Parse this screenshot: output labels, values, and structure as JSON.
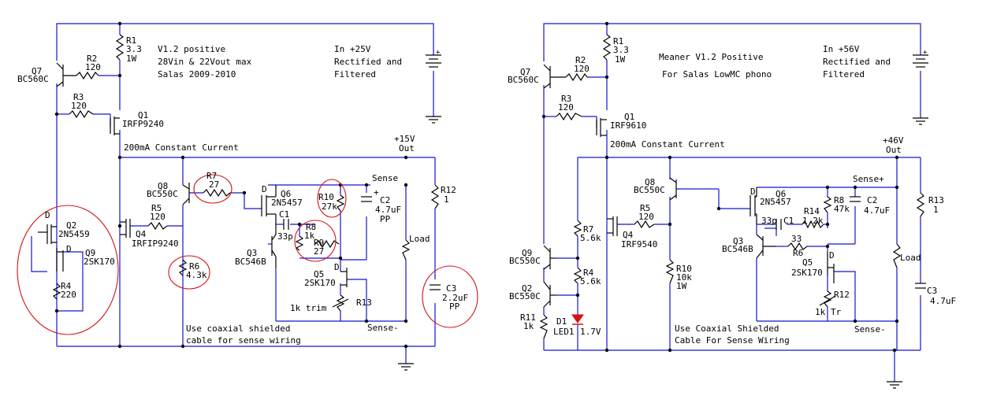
{
  "left": {
    "title": [
      "V1.2 positive",
      "28Vin & 22Vout max",
      "Salas 2009-2010"
    ],
    "input": [
      "In +25V",
      "Rectified and",
      "Filtered"
    ],
    "components": {
      "q7": [
        "Q7",
        "BC560C"
      ],
      "r1": [
        "R1",
        "3.3",
        "1W"
      ],
      "r2": [
        "R2",
        "120"
      ],
      "r3": [
        "R3",
        "120"
      ],
      "q1": [
        "Q1",
        "IRFP9240"
      ],
      "cc": "200mA Constant Current",
      "out": [
        "+15V",
        "Out"
      ],
      "q8": [
        "Q8",
        "BC550C"
      ],
      "r7": [
        "R7",
        "27"
      ],
      "q6": [
        "Q6",
        "2N5457"
      ],
      "r10": [
        "R10",
        "27k"
      ],
      "c2": [
        "C2",
        "4.7uF",
        "PP"
      ],
      "c2plus": "+",
      "sense_top": "Sense",
      "r12": [
        "R12",
        "1"
      ],
      "q2": [
        "Q2",
        "2N5459"
      ],
      "r5": [
        "R5",
        "120"
      ],
      "q4": [
        "Q4",
        "IRFIP9240"
      ],
      "c1": [
        "C1",
        "33p"
      ],
      "r8": [
        "R8",
        "1k"
      ],
      "r9": [
        "R9",
        "27"
      ],
      "load": "Load",
      "q9": [
        "Q9",
        "2SK170"
      ],
      "q3": [
        "Q3",
        "BC546B"
      ],
      "r6": [
        "R6",
        "4.3k"
      ],
      "q5": [
        "Q5",
        "2SK170"
      ],
      "r4": [
        "R4",
        "220"
      ],
      "c3": [
        "C3",
        "2.2uF",
        "PP"
      ],
      "trim": "1k trim",
      "r13": "R13",
      "sense_bot": "Sense-",
      "d_q2": "D",
      "d_q9": "D",
      "d_q6": "D",
      "d_q5": "D"
    },
    "note": [
      "Use coaxial shielded",
      "cable for sense wiring"
    ]
  },
  "right": {
    "title": [
      "Meaner V1.2 Positive",
      "For Salas LowMC phono"
    ],
    "input": [
      "In +56V",
      "Rectified and",
      "Filtered"
    ],
    "components": {
      "q7": [
        "Q7",
        "BC560C"
      ],
      "r1": [
        "R1",
        "3.3",
        "1W"
      ],
      "r2": [
        "R2",
        "120"
      ],
      "r3": [
        "R3",
        "120"
      ],
      "q1": [
        "Q1",
        "IRF9610"
      ],
      "cc": "200mA Constant Current",
      "out": [
        "+46V",
        "Out"
      ],
      "q8": [
        "Q8",
        "BC550C"
      ],
      "q6": [
        "Q6",
        "2N5457"
      ],
      "sense_top": "Sense+",
      "r8": [
        "R8",
        "47k"
      ],
      "c2": [
        "C2",
        "4.7uF"
      ],
      "r13": [
        "R13",
        "1"
      ],
      "r7": [
        "R7",
        "5.6k"
      ],
      "r5": [
        "R5",
        "120"
      ],
      "q4": [
        "Q4",
        "IRF9540"
      ],
      "c1": [
        "33p",
        "C1"
      ],
      "r14": [
        "R14",
        "1.2k"
      ],
      "r6": [
        "33",
        "R6"
      ],
      "q3": [
        "Q3",
        "BC546B"
      ],
      "load": "Load",
      "q9": [
        "Q9",
        "BC550C"
      ],
      "r10": [
        "R10",
        "10k",
        "1W"
      ],
      "q5": [
        "Q5",
        "2SK170"
      ],
      "r4": [
        "R4",
        "5.6k"
      ],
      "q2": [
        "Q2",
        "BC550C"
      ],
      "c3": [
        "C3",
        "4.7uF"
      ],
      "r12": [
        "R12",
        "1k",
        "Tr"
      ],
      "r11": [
        "R11",
        "1k"
      ],
      "d1": [
        "D1",
        "LED1",
        "1.7V"
      ],
      "sense_bot": "Sense-",
      "d_q6": "D",
      "d_q5": "D"
    },
    "note": [
      "Use Coaxial Shielded",
      "Cable For Sense Wiring"
    ]
  },
  "colors": {
    "wire": "#1414d2",
    "component": "#000000",
    "highlight": "#d21414"
  }
}
